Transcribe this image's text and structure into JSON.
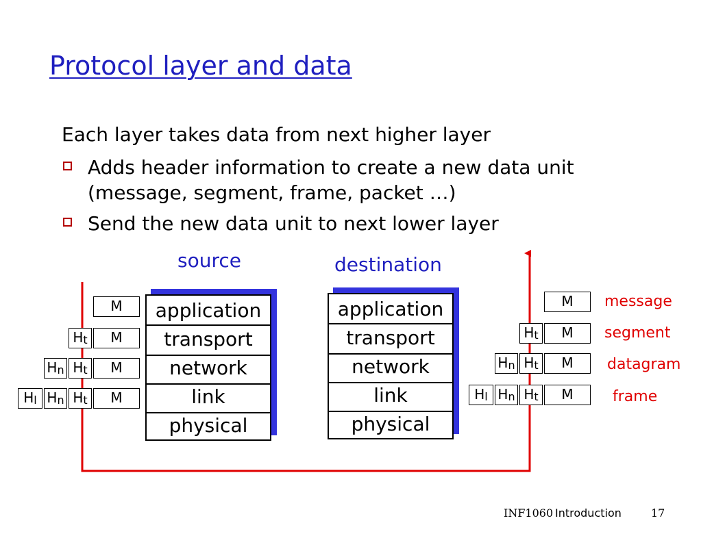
{
  "slide": {
    "title": "Protocol layer and data",
    "intro": "Each layer takes data from next higher layer",
    "bullets": [
      "Adds header information to create a new data unit (message, segment, frame, packet …)",
      "Send the new data unit to next lower layer"
    ],
    "bullet1_line1": "Adds header information to create a new data unit",
    "bullet1_line2": "(message, segment, frame, packet …)"
  },
  "diagram": {
    "source_label": "source",
    "destination_label": "destination",
    "layers": [
      "application",
      "transport",
      "network",
      "link",
      "physical"
    ],
    "cells": {
      "message": "M",
      "transport_header": "H",
      "transport_sub": "t",
      "network_header": "H",
      "network_sub": "n",
      "link_header": "H",
      "link_sub": "l"
    },
    "unit_names": [
      "message",
      "segment",
      "datagram",
      "frame"
    ],
    "colors": {
      "title": "#1f1fbf",
      "wire": "#e00000",
      "stack_shadow": "#3333dd",
      "unit_label": "#e00000",
      "bullet": "#b40000"
    }
  },
  "footer": {
    "course": "INF1060",
    "section": "Introduction",
    "page": "17"
  }
}
